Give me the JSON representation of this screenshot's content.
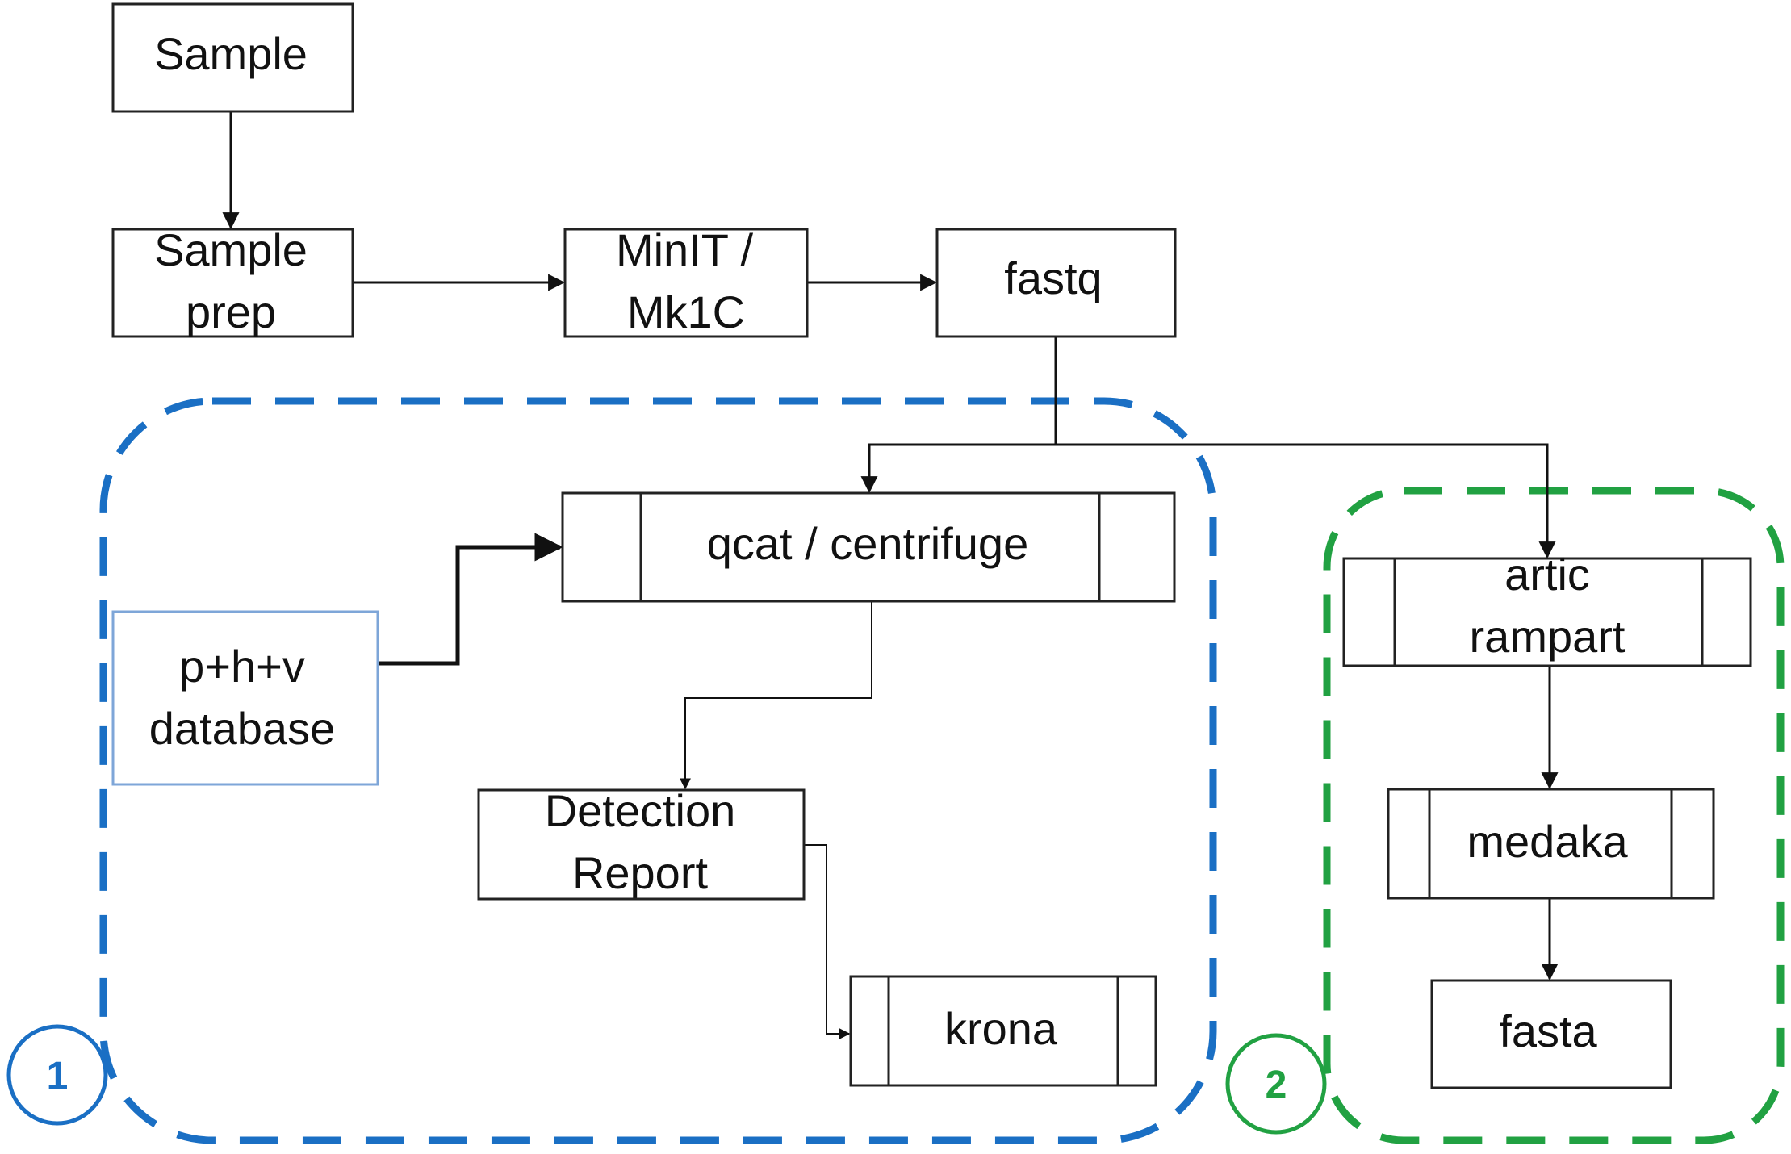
{
  "nodes": {
    "sample": [
      "Sample"
    ],
    "sample_prep": [
      "Sample",
      "prep"
    ],
    "minit": [
      "MinIT /",
      "Mk1C"
    ],
    "fastq": [
      "fastq"
    ],
    "qcat": [
      "qcat / centrifuge"
    ],
    "database": [
      "p+h+v",
      "database"
    ],
    "detection_report": [
      "Detection",
      "Report"
    ],
    "krona": [
      "krona"
    ],
    "artic": [
      "artic",
      "rampart"
    ],
    "medaka": [
      "medaka"
    ],
    "fasta": [
      "fasta"
    ]
  },
  "regions": {
    "metagenomics": {
      "badge": "1",
      "color": "#1a6fc4"
    },
    "consensus": {
      "badge": "2",
      "color": "#21a142"
    }
  }
}
